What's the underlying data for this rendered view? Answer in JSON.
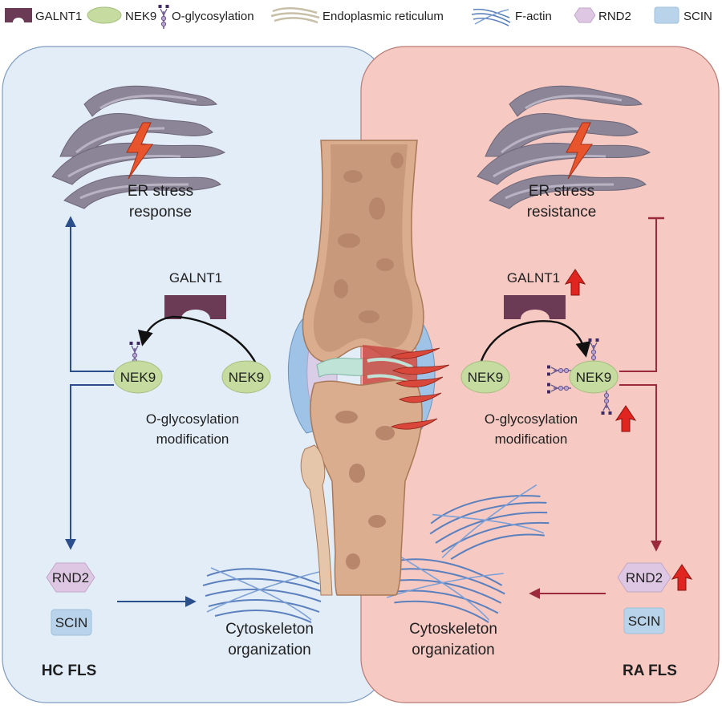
{
  "legend": {
    "galnt1": "GALNT1",
    "nek9": "NEK9",
    "oglyc": "O-glycosylation",
    "er": "Endoplasmic reticulum",
    "factin": "F-actin",
    "rnd2": "RND2",
    "scin": "SCIN"
  },
  "left": {
    "er_line1": "ER stress",
    "er_line2": "response",
    "galnt1": "GALNT1",
    "nek9_mod": "NEK9",
    "nek9_free": "NEK9",
    "mod_line1": "O-glycosylation",
    "mod_line2": "modification",
    "rnd2": "RND2",
    "scin": "SCIN",
    "cyto_line1": "Cytoskeleton",
    "cyto_line2": "organization",
    "panel_label": "HC FLS"
  },
  "right": {
    "er_line1": "ER stress",
    "er_line2": "resistance",
    "galnt1": "GALNT1",
    "nek9_free": "NEK9",
    "nek9_mod": "NEK9",
    "mod_line1": "O-glycosylation",
    "mod_line2": "modification",
    "rnd2": "RND2",
    "scin": "SCIN",
    "cyto_line1": "Cytoskeleton",
    "cyto_line2": "organization",
    "panel_label": "RA FLS"
  },
  "colors": {
    "left_panel": "#e3edf7",
    "right_panel": "#f6c9c3",
    "blue_arrow": "#2b4f8c",
    "red_arrow": "#9b2b3c",
    "galnt1": "#6b3a55",
    "nek9": "#c5dba0",
    "rnd2": "#ddc7e2",
    "scin": "#b9d4ea",
    "er": "#8c8597",
    "up_arrow": "#e0241f"
  }
}
